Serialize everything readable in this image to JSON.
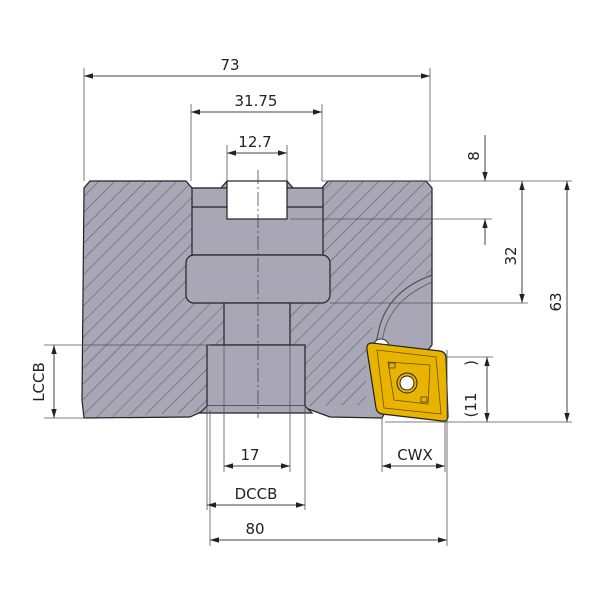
{
  "drawing": {
    "title": "Face mill cross-section with insert",
    "colors": {
      "body": "#a9a7b6",
      "insert": "#e8b400",
      "line": "#222222"
    },
    "dimensions": {
      "overall_width": "73",
      "bore_width": "31.75",
      "keyway_width": "12.7",
      "keyway_depth": "8",
      "bore_depth": "32",
      "overall_height": "63",
      "insert_height": "(11",
      "insert_height_close": ")",
      "lccb": "LCCB",
      "counterbore_inner": "17",
      "dccb": "DCCB",
      "cwx": "CWX",
      "cutting_diameter": "80"
    }
  }
}
